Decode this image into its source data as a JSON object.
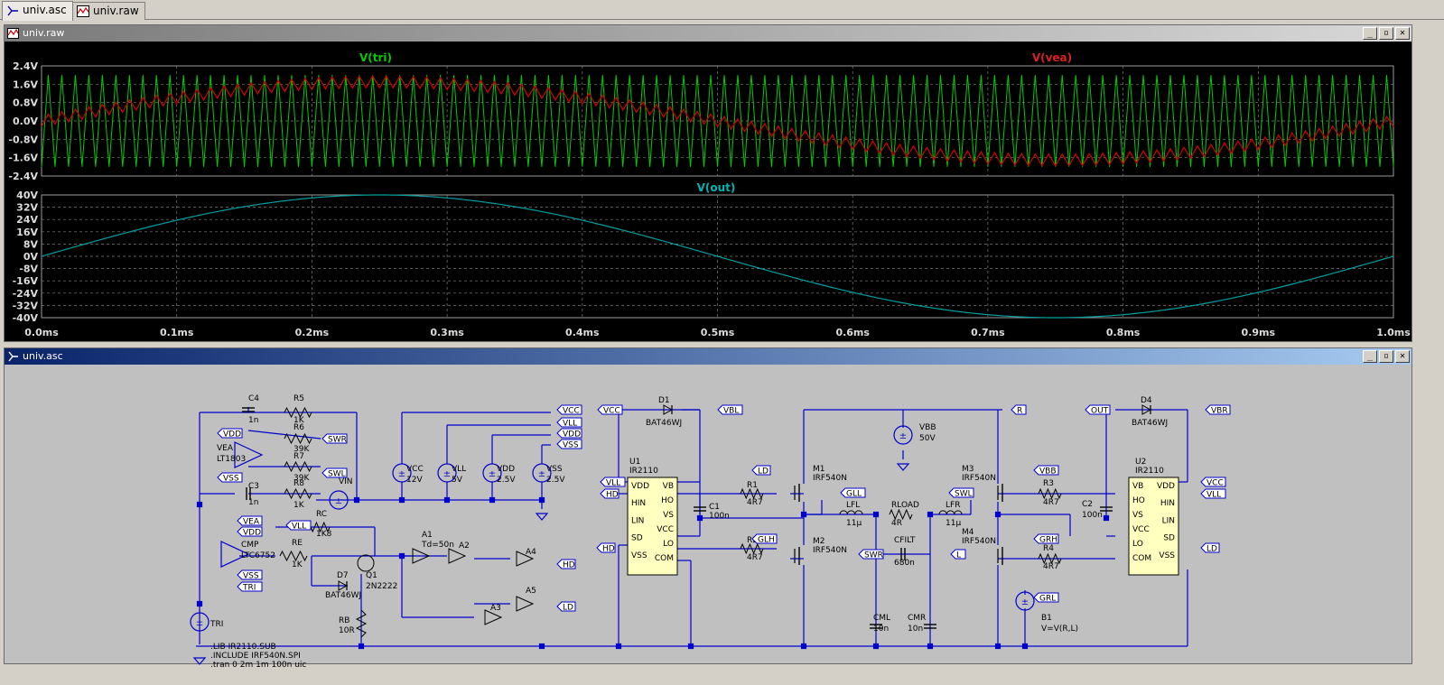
{
  "tabs": [
    {
      "label": "univ.asc",
      "active": true,
      "icon": "schematic-icon"
    },
    {
      "label": "univ.raw",
      "active": false,
      "icon": "waveform-icon"
    }
  ],
  "waveform_window": {
    "title": "univ.raw",
    "buttons": {
      "minimize": "_",
      "restore": "▫",
      "close": "✕"
    }
  },
  "schematic_window": {
    "title": "univ.asc",
    "buttons": {
      "minimize": "_",
      "restore": "▫",
      "close": "✕"
    }
  },
  "colors": {
    "tri": "#00cc00",
    "vea": "#cc0000",
    "out": "#00a0a0",
    "grid": "#7f7f7f",
    "wire": "#0000cc",
    "component_fill": "#ffffc0"
  },
  "chart_data": [
    {
      "type": "line",
      "series": [
        {
          "name": "V(tri)",
          "color": "#00cc00",
          "shape": "triangle",
          "amplitude": 2.0,
          "cycles": 100
        },
        {
          "name": "V(vea)",
          "color": "#cc0000",
          "shape": "sine",
          "amplitude": 1.7,
          "ripple": 0.5,
          "cycles": 1
        }
      ],
      "x": [
        0,
        0.1,
        0.2,
        0.3,
        0.4,
        0.5,
        0.6,
        0.7,
        0.8,
        0.9,
        1.0
      ],
      "xunit": "ms",
      "xlim": [
        0,
        1.0
      ],
      "ylim": [
        -2.4,
        2.4
      ],
      "yticks": [
        "2.4V",
        "1.6V",
        "0.8V",
        "0.0V",
        "-0.8V",
        "-1.6V",
        "-2.4V"
      ],
      "grid": true
    },
    {
      "type": "line",
      "series": [
        {
          "name": "V(out)",
          "color": "#00a0a0",
          "shape": "sine",
          "amplitude": 40,
          "cycles": 1
        }
      ],
      "xlim": [
        0,
        1.0
      ],
      "ylim": [
        -40,
        40
      ],
      "yticks": [
        "40V",
        "32V",
        "24V",
        "16V",
        "8V",
        "0V",
        "-8V",
        "-16V",
        "-24V",
        "-32V",
        "-40V"
      ],
      "xticks": [
        "0.0ms",
        "0.1ms",
        "0.2ms",
        "0.3ms",
        "0.4ms",
        "0.5ms",
        "0.6ms",
        "0.7ms",
        "0.8ms",
        "0.9ms",
        "1.0ms"
      ],
      "grid": true
    }
  ],
  "schematic": {
    "labels": [
      "C4",
      "1n",
      "R5",
      "1K",
      "R6",
      "39K",
      "R7",
      "39K",
      "R8",
      "1K",
      "C3",
      "1n",
      "VEA",
      "LT1803",
      "VIN",
      "VCC",
      "12V",
      "VLL",
      "5V",
      "VDD",
      "2.5V",
      "VSS",
      "2.5V",
      "RC",
      "1K8",
      "CMP",
      "LTC6752",
      "RE",
      "1K",
      "D7",
      "BAT46WJ",
      "Q1",
      "2N2222",
      "RB",
      "10R",
      "TRI",
      "A1",
      "Td=50n",
      "A2",
      "A3",
      "A4",
      "A5",
      "D1",
      "BAT46WJ",
      "U1",
      "IR2110",
      "C1",
      "100n",
      "R1",
      "4R7",
      "R2",
      "4R7",
      "M1",
      "IRF540N",
      "M2",
      "IRF540N",
      "LFL",
      "11µ",
      "RLOAD",
      "4R",
      "LFR",
      "11µ",
      "CFILT",
      "680n",
      "VBB",
      "50V",
      "CML",
      "10n",
      "CMR",
      "10n",
      "M3",
      "IRF540N",
      "M4",
      "IRF540N",
      "R3",
      "4R7",
      "R4",
      "4R7",
      "C2",
      "100n",
      "D4",
      "BAT46WJ",
      "U2",
      "IR2110",
      "B1",
      "V=V(R,L)"
    ],
    "netflags": [
      "VDD",
      "VSS",
      "VEA",
      "VDD",
      "VSS",
      "TRI",
      "SWR",
      "SWL",
      "VLL",
      "VCC",
      "VLL",
      "VDD",
      "VSS",
      "HD",
      "LD",
      "VCC",
      "VBL",
      "VLL",
      "HD",
      "LD",
      "GLH",
      "GLL",
      "SWL",
      "SWR",
      "L",
      "R",
      "VBB",
      "GRH",
      "GRL",
      "OUT",
      "VBR",
      "VCC",
      "VLL",
      "LD",
      "HD"
    ],
    "ic_pins": {
      "left": [
        "VDD",
        "HIN",
        "LIN",
        "SD",
        "VSS"
      ],
      "right": [
        "VB",
        "HO",
        "VS",
        "VCC",
        "LO",
        "COM"
      ]
    },
    "ic_pins_u2": {
      "left": [
        "VB",
        "HO",
        "VS",
        "VCC",
        "LO",
        "COM"
      ],
      "right": [
        "VDD",
        "HIN",
        "LIN",
        "SD",
        "VSS"
      ]
    },
    "directives": [
      ".LIB IR2110.SUB",
      ".INCLUDE IRF540N.SPI",
      ".tran 0 2m 1m 100n uic"
    ]
  }
}
